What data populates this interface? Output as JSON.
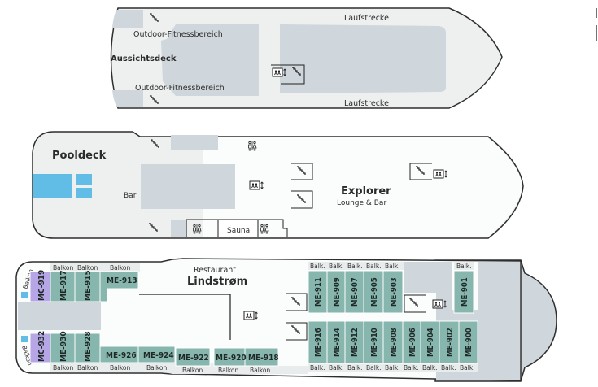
{
  "colors": {
    "deck_fill": "#eef0f0",
    "deck_outline": "#2e2e2e",
    "interior_grey": "#cfd6dc",
    "pool_blue": "#62bde6",
    "cabin_teal": "#86b6ad",
    "cabin_purple": "#b6a6e6",
    "balcony_strip": "#e9ecec",
    "white_area": "#fbfcfc"
  },
  "deck_top": {
    "title": "Aussichtsdeck",
    "labels": {
      "fitness_top": "Outdoor-Fitnessbereich",
      "fitness_bottom": "Outdoor-Fitnessbereich",
      "track_top": "Laufstrecke",
      "track_bottom": "Laufstrecke"
    },
    "icons": [
      "stairs-icon",
      "stairs-icon",
      "elevator-icon",
      "stairs-icon"
    ]
  },
  "deck_middle": {
    "title": "Pooldeck",
    "labels": {
      "bar": "Bar",
      "sauna": "Sauna",
      "explorer": "Explorer",
      "explorer_sub": "Lounge & Bar"
    },
    "icons": [
      "stairs-icon",
      "stairs-icon",
      "restroom-icon",
      "elevator-icon",
      "stairs-icon",
      "stairs-icon",
      "stairs-icon",
      "elevator-icon",
      "restroom-icon",
      "restroom-icon"
    ]
  },
  "deck_bottom": {
    "restaurant_top": "Restaurant",
    "restaurant_name": "Lindstrøm",
    "balcony_long": "Balkon",
    "balcony_short": "Balk.",
    "corner_balcony": "Balkon",
    "cabins_top_left": [
      {
        "id": "MC-919",
        "type": "mc"
      },
      {
        "id": "ME-917",
        "type": "me"
      },
      {
        "id": "ME-915",
        "type": "me"
      },
      {
        "id": "ME-913",
        "type": "me"
      }
    ],
    "cabins_bottom_left": [
      {
        "id": "MC-932",
        "type": "mc"
      },
      {
        "id": "ME-930",
        "type": "me"
      },
      {
        "id": "ME-928",
        "type": "me"
      },
      {
        "id": "ME-926",
        "type": "me"
      },
      {
        "id": "ME-924",
        "type": "me"
      },
      {
        "id": "ME-922",
        "type": "me"
      },
      {
        "id": "ME-920",
        "type": "me"
      },
      {
        "id": "ME-918",
        "type": "me"
      }
    ],
    "cabins_top_right": [
      {
        "id": "ME-911"
      },
      {
        "id": "ME-909"
      },
      {
        "id": "ME-907"
      },
      {
        "id": "ME-905"
      },
      {
        "id": "ME-903"
      },
      {
        "id": "ME-901"
      }
    ],
    "cabins_bottom_right": [
      {
        "id": "ME-916"
      },
      {
        "id": "ME-914"
      },
      {
        "id": "ME-912"
      },
      {
        "id": "ME-910"
      },
      {
        "id": "ME-908"
      },
      {
        "id": "ME-906"
      },
      {
        "id": "ME-904"
      },
      {
        "id": "ME-902"
      },
      {
        "id": "ME-900"
      }
    ]
  }
}
